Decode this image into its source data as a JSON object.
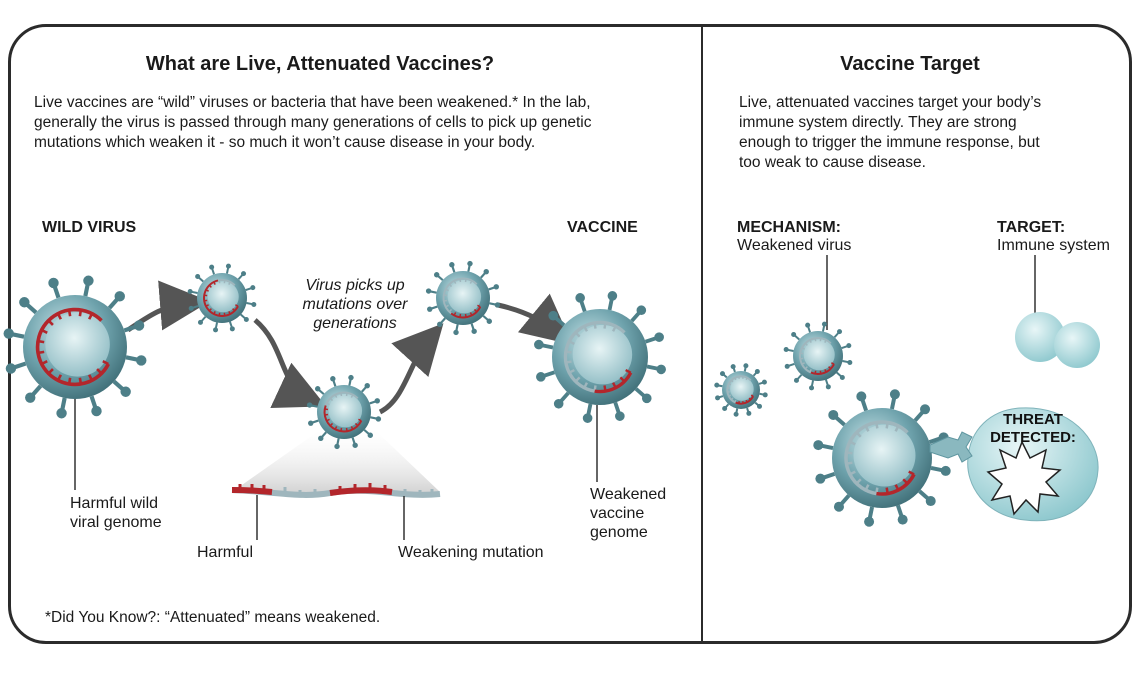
{
  "left": {
    "title": "What are Live, Attenuated Vaccines?",
    "intro": [
      "Live vaccines are “wild”  viruses or bacteria that have been weakened.* In the lab,",
      "generally the virus  is passed through many generations of cells to pick up genetic",
      "mutations which weaken it - so much it won’t cause disease in your body."
    ],
    "wild_virus": "WILD VIRUS",
    "vaccine": "VACCINE",
    "picks_up": [
      "Virus picks up",
      "mutations over",
      "generations"
    ],
    "harmful_genome": [
      "Harmful wild",
      "viral genome"
    ],
    "weakened_genome": [
      "Weakened",
      "vaccine",
      "genome"
    ],
    "harmful": "Harmful",
    "weakening": "Weakening mutation",
    "did_you_know": "*Did You Know?: “Attenuated” means weakened."
  },
  "right": {
    "title": "Vaccine Target",
    "intro": [
      "Live, attenuated vaccines target your body’s",
      "immune system directly.  They are strong",
      "enough to trigger the immune response, but",
      "too weak to cause disease."
    ],
    "mechanism_head": "MECHANISM:",
    "mechanism_val": "Weakened virus",
    "target_head": "TARGET:",
    "target_val": "Immune system",
    "threat": [
      "THREAT",
      "DETECTED:"
    ]
  },
  "colors": {
    "virus": "#5f96a0",
    "virus_light": "#a9d2d8",
    "harmful": "#b3262b",
    "weak": "#9fb6bd",
    "arrow": "#555555",
    "cell": "#bfe3e6"
  }
}
